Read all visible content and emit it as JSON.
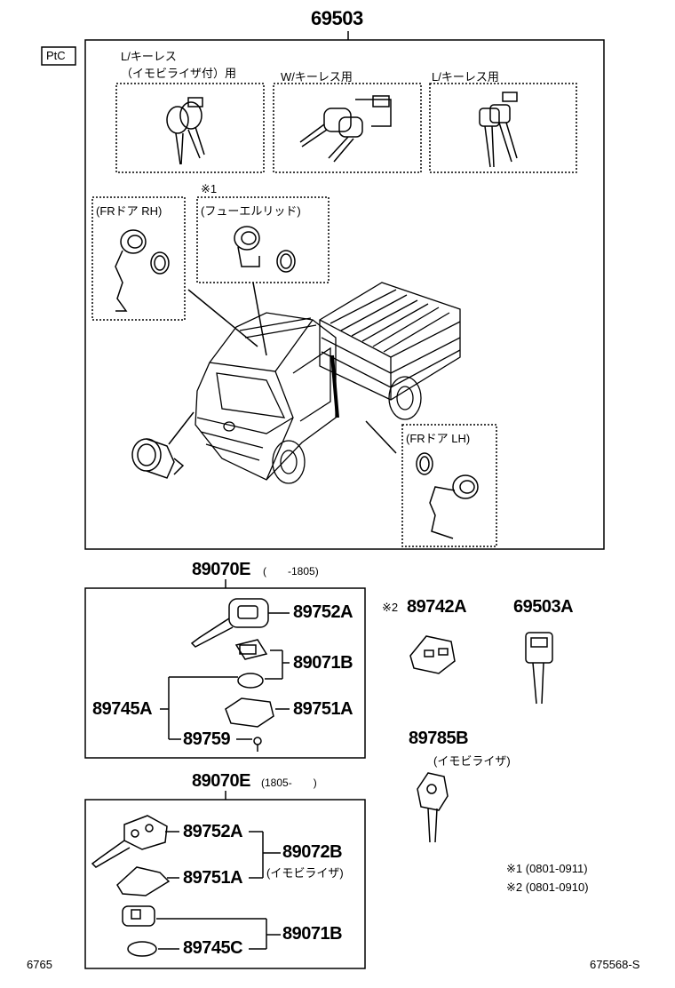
{
  "header": {
    "assembly_number": "69503",
    "ptc_label": "PtC"
  },
  "top_group": {
    "inset_keyless_immobilizer": "L/キーレス\n（イモビライザ付）用",
    "inset_w_keyless": "W/キーレス用",
    "inset_l_keyless": "L/キーレス用",
    "inset_fr_door_rh": "(FRドア  RH)",
    "fuel_lid_mark": "※1",
    "inset_fuel_lid": "(フューエルリッド)",
    "inset_fr_door_lh": "(FRドア  LH)"
  },
  "group_1805_before": {
    "part": "89070E",
    "range": "(　　-1805)"
  },
  "group_1805_after": {
    "part": "89070E",
    "range": "(1805-　　)"
  },
  "parts": {
    "p89752A": "89752A",
    "p89071B": "89071B",
    "p89745A": "89745A",
    "p89751A": "89751A",
    "p89759": "89759",
    "p89742A_mark": "※2",
    "p89742A": "89742A",
    "p69503A": "69503A",
    "p89785B": "89785B",
    "p89785B_note": "(イモビライザ)",
    "p89752A_b": "89752A",
    "p89751A_b": "89751A",
    "p89072B": "89072B",
    "p89072B_note": "(イモビライザ)",
    "p89071B_b": "89071B",
    "p89745C": "89745C"
  },
  "notes": {
    "note1": "※1  (0801-0911)",
    "note2": "※2  (0801-0910)"
  },
  "footer": {
    "left": "6765",
    "right": "675568-S"
  }
}
